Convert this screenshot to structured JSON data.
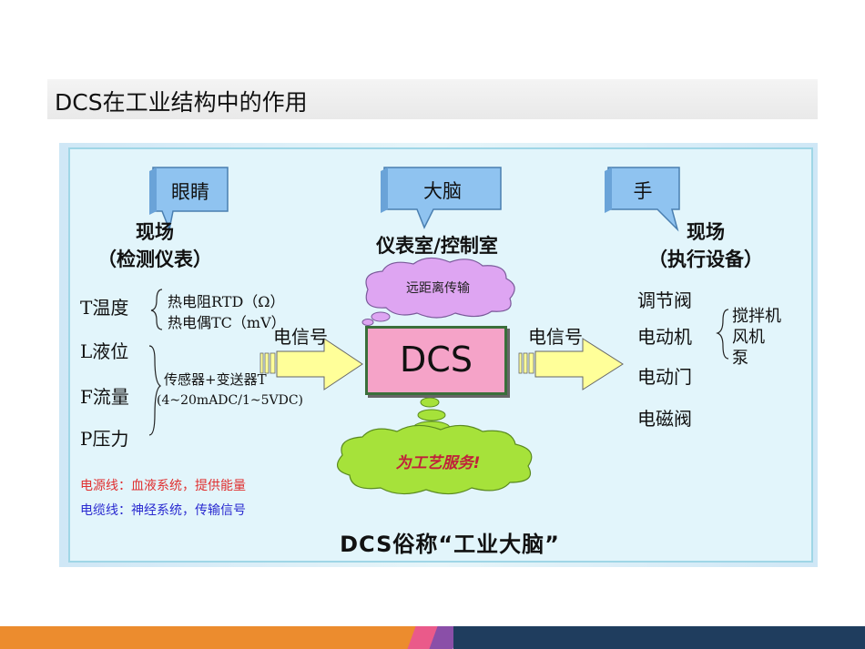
{
  "title": "DCS在工业结构中的作用",
  "bubbles": {
    "eye": "眼睛",
    "brain": "大脑",
    "hand": "手"
  },
  "headings": {
    "left_line1": "现场",
    "left_line2": "（检测仪表）",
    "center": "仪表室/控制室",
    "right_line1": "现场",
    "right_line2": "（执行设备）"
  },
  "left_items": {
    "temperature": "T温度",
    "rtd": "热电阻RTD（Ω）",
    "tc": "热电偶TC（mV）",
    "level": "L液位",
    "flow": "F流量",
    "pressure": "P压力",
    "transmitter": "传感器+变送器T",
    "signal_range": "(4~20mADC/1~5VDC)"
  },
  "signals": {
    "left": "电信号",
    "right": "电信号"
  },
  "cloud_remote": "远距离传输",
  "dcs_label": "DCS",
  "cloud_service": "为工艺服务!",
  "right_items": {
    "valve": "调节阀",
    "motor": "电动机",
    "door": "电动门",
    "solenoid": "电磁阀",
    "mixer": "搅拌机",
    "fan": "风机",
    "pump": "泵"
  },
  "notes": {
    "power": "电源线：血液系统，提供能量",
    "cable": "电缆线：神经系统，传输信号"
  },
  "bottom_title": "DCS俗称“工业大脑”",
  "colors": {
    "bubble_fill": "#8fc3f0",
    "arrow_fill": "#ffff99",
    "dcs_fill": "#f5a3c8",
    "cloud_purple": "#dea5f2",
    "cloud_green": "#a6e23a",
    "footer_orange": "#ec8c2e",
    "footer_navy": "#1f3d5e"
  }
}
